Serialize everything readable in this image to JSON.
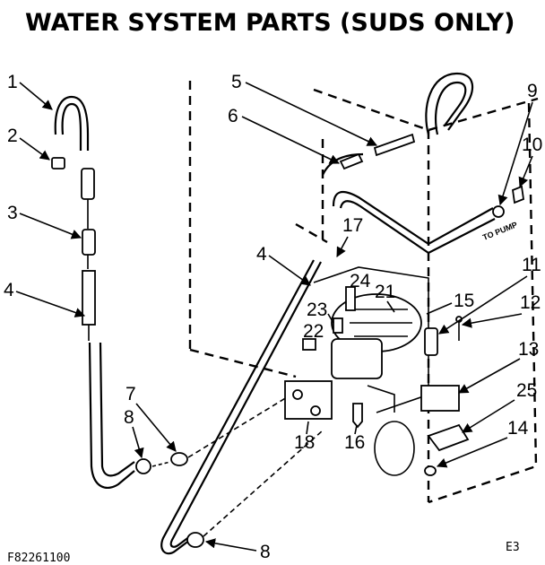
{
  "title": "WATER SYSTEM PARTS (SUDS ONLY)",
  "footer": {
    "code": "F82261100",
    "page": "E3"
  },
  "pump_label": "TO PUMP",
  "callouts": [
    {
      "id": "c1",
      "text": "1"
    },
    {
      "id": "c2",
      "text": "2"
    },
    {
      "id": "c3",
      "text": "3"
    },
    {
      "id": "c4a",
      "text": "4"
    },
    {
      "id": "c5",
      "text": "5"
    },
    {
      "id": "c6",
      "text": "6"
    },
    {
      "id": "c4b",
      "text": "4"
    },
    {
      "id": "c7",
      "text": "7"
    },
    {
      "id": "c8a",
      "text": "8"
    },
    {
      "id": "c8b",
      "text": "8"
    },
    {
      "id": "c9",
      "text": "9"
    },
    {
      "id": "c10",
      "text": "10"
    },
    {
      "id": "c11",
      "text": "11"
    },
    {
      "id": "c12",
      "text": "12"
    },
    {
      "id": "c13",
      "text": "13"
    },
    {
      "id": "c14",
      "text": "14"
    },
    {
      "id": "c15",
      "text": "15"
    },
    {
      "id": "c16",
      "text": "16"
    },
    {
      "id": "c17",
      "text": "17"
    },
    {
      "id": "c18",
      "text": "18"
    },
    {
      "id": "c21",
      "text": "21"
    },
    {
      "id": "c22",
      "text": "22"
    },
    {
      "id": "c23",
      "text": "23"
    },
    {
      "id": "c24",
      "text": "24"
    },
    {
      "id": "c25",
      "text": "25"
    }
  ]
}
